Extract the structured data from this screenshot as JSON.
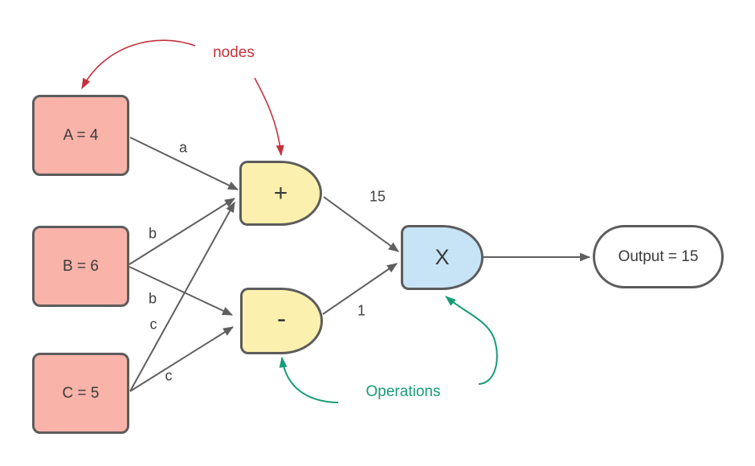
{
  "diagram": {
    "inputs": [
      {
        "name": "A",
        "label": "A = 4"
      },
      {
        "name": "B",
        "label": "B = 6"
      },
      {
        "name": "C",
        "label": "C = 5"
      }
    ],
    "operations": [
      {
        "name": "add",
        "label": "+"
      },
      {
        "name": "subtract",
        "label": "-"
      },
      {
        "name": "multiply",
        "label": "X"
      }
    ],
    "output": {
      "label": "Output = 15"
    },
    "edge_labels": {
      "a_to_add": "a",
      "b_to_add": "b",
      "b_to_subtract": "b",
      "c_to_add": "c",
      "c_to_subtract": "c",
      "add_result": "15",
      "subtract_result": "1"
    },
    "annotations": {
      "nodes": "nodes",
      "operations": "Operations"
    },
    "colors": {
      "input_fill": "#f9b3a9",
      "operation_fill": "#fcf0ae",
      "multiply_fill": "#c7e3f6",
      "output_fill": "#ffffff",
      "shape_border": "#5c5c5c",
      "edge": "#5f5f5f",
      "annotation_red": "#c5313c",
      "annotation_green": "#169c78",
      "text": "#3b3b3b"
    }
  }
}
